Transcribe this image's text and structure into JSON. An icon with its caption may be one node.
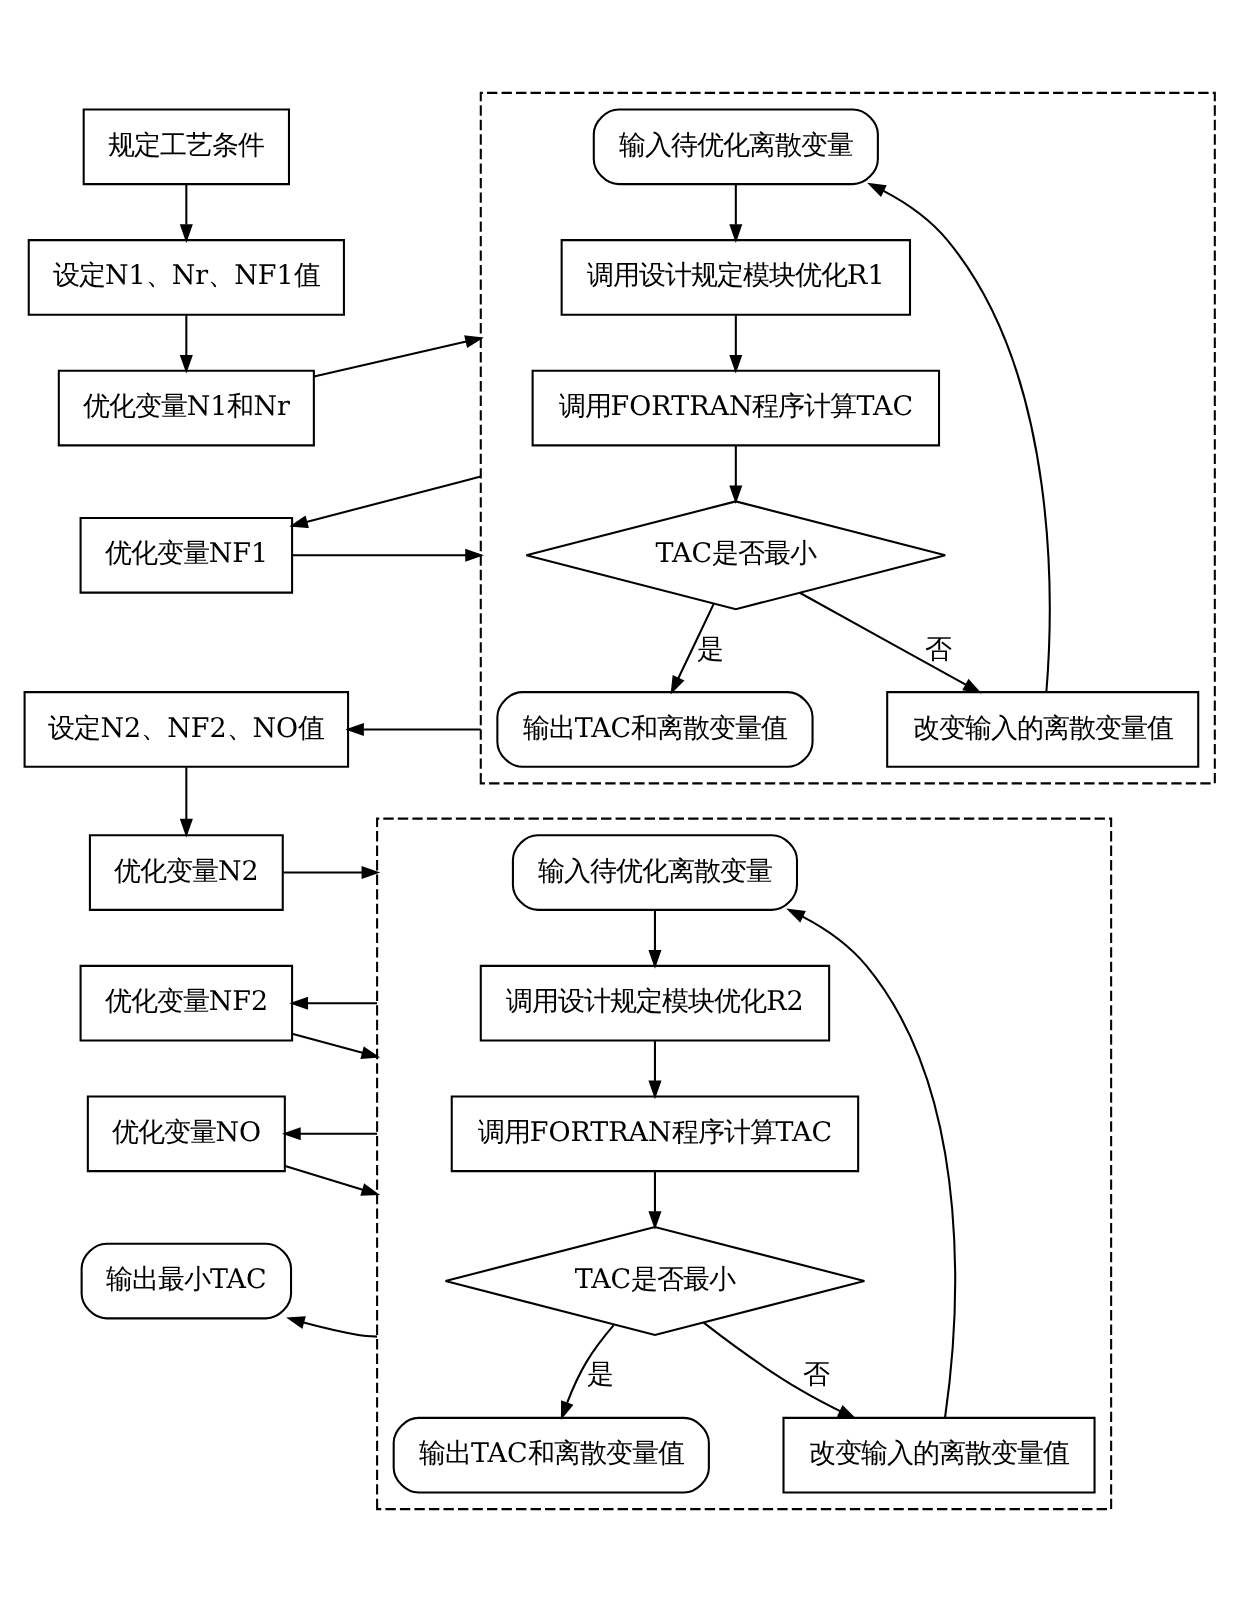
{
  "diagram": {
    "nodes": [
      {
        "text": [
          "规定工艺条件"
        ]
      },
      {
        "text": [
          "设定N1、Nr、NF1值"
        ]
      },
      {
        "text": [
          "优化变量N1和Nr"
        ]
      },
      {
        "text": [
          "优化变量NF1"
        ]
      },
      {
        "text": [
          "设定N2、NF2、NO值"
        ]
      },
      {
        "text": [
          "优化变量N2"
        ]
      },
      {
        "text": [
          "优化变量NF2"
        ]
      },
      {
        "text": [
          "优化变量NO"
        ]
      },
      {
        "text": [
          "输出最小TAC"
        ]
      },
      {
        "text": [],
        "shape": "box"
      },
      {
        "text": [
          "输入待优化离散变量"
        ],
        "in": 9
      },
      {
        "text": [
          "调用设计规定模块优化R1"
        ],
        "in": 9
      },
      {
        "text": [
          "调用FORTRAN程序计算TAC"
        ],
        "in": 9
      },
      {
        "text": [
          "TAC是否最小"
        ],
        "in": 9
      },
      {
        "text": [
          "输出TAC和离散变量值"
        ],
        "in": 9
      },
      {
        "text": [
          "改变输入的离散变量值"
        ],
        "in": 9
      },
      {
        "text": [],
        "shape": "box"
      },
      {
        "text": [
          "输入待优化离散变量"
        ],
        "in": 16
      },
      {
        "text": [
          "调用设计规定模块优化R2"
        ],
        "in": 16
      },
      {
        "text": [
          "调用FORTRAN程序计算TAC"
        ],
        "in": 16
      },
      {
        "text": [
          "TAC是否最小"
        ],
        "in": 16
      },
      {
        "text": [
          "输出TAC和离散变量值"
        ],
        "in": 16
      },
      {
        "text": [
          "改变输入的离散变量值"
        ],
        "in": 16
      }
    ],
    "edges": [
      {
        "from": 0,
        "to": 1,
        "arrow": "to"
      },
      {
        "from": 1,
        "to": 2,
        "arrow": "to"
      },
      {
        "from": 2,
        "to": 9,
        "arrow": "to"
      },
      {
        "from": 9,
        "to": 3,
        "arrow": "to"
      },
      {
        "from": 3,
        "to": 9,
        "arrow": "to"
      },
      {
        "from": 9,
        "to": 4,
        "arrow": "to"
      },
      {
        "from": 4,
        "to": 5,
        "arrow": "to"
      },
      {
        "from": 5,
        "to": 16,
        "arrow": "to"
      },
      {
        "from": 16,
        "to": 6,
        "arrow": "to"
      },
      {
        "from": 6,
        "to": 16,
        "arrow": "to"
      },
      {
        "from": 16,
        "to": 7,
        "arrow": "to"
      },
      {
        "from": 7,
        "to": 16,
        "arrow": "to"
      },
      {
        "from": 16,
        "to": 8,
        "arrow": "to"
      },
      {
        "from": 10,
        "to": 11,
        "arrow": "to"
      },
      {
        "from": 11,
        "to": 12,
        "arrow": "to"
      },
      {
        "from": 12,
        "to": 13,
        "arrow": "to"
      },
      {
        "from": 13,
        "to": 14,
        "label": "是",
        "arrow": "to"
      },
      {
        "from": 13,
        "to": 15,
        "label": "否",
        "arrow": "to"
      },
      {
        "from": 15,
        "to": 10,
        "arrow": "to"
      },
      {
        "from": 17,
        "to": 18,
        "arrow": "to"
      },
      {
        "from": 18,
        "to": 19,
        "arrow": "to"
      },
      {
        "from": 19,
        "to": 20,
        "arrow": "to"
      },
      {
        "from": 20,
        "to": 21,
        "label": "是",
        "arrow": "to"
      },
      {
        "from": 20,
        "to": 22,
        "label": "否",
        "arrow": "to"
      },
      {
        "from": 22,
        "to": 17,
        "arrow": "to"
      }
    ]
  }
}
